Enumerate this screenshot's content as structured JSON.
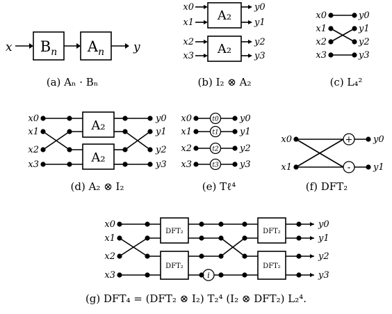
{
  "panel_a": {
    "input": "x",
    "output": "y",
    "box_b": "B",
    "box_a": "A",
    "box_sub": "n",
    "caption": "(a) Aₙ · Bₙ"
  },
  "panel_b": {
    "inputs": [
      "x0",
      "x1",
      "x2",
      "x3"
    ],
    "outputs": [
      "y0",
      "y1",
      "y2",
      "y3"
    ],
    "box": "A₂",
    "caption": "(b) I₂ ⊗ A₂"
  },
  "panel_c": {
    "inputs": [
      "x0",
      "x1",
      "x2",
      "x3"
    ],
    "outputs": [
      "y0",
      "y1",
      "y2",
      "y3"
    ],
    "caption": "(c) L₄²"
  },
  "panel_d": {
    "inputs": [
      "x0",
      "x1",
      "x2",
      "x3"
    ],
    "outputs": [
      "y0",
      "y1",
      "y2",
      "y3"
    ],
    "box": "A₂",
    "caption": "(d) A₂ ⊗ I₂"
  },
  "panel_e": {
    "inputs": [
      "x0",
      "x1",
      "x2",
      "x3"
    ],
    "outputs": [
      "y0",
      "y1",
      "y2",
      "y3"
    ],
    "twiddles": [
      "t0",
      "t1",
      "t2",
      "t3"
    ],
    "caption": "(e) Tℓ⁴"
  },
  "panel_f": {
    "inputs": [
      "x0",
      "x1"
    ],
    "outputs": [
      "y0",
      "y1"
    ],
    "plus": "+",
    "minus": "-",
    "caption": "(f) DFT₂"
  },
  "panel_g": {
    "inputs": [
      "x0",
      "x1",
      "x2",
      "x3"
    ],
    "outputs": [
      "y0",
      "y1",
      "y2",
      "y3"
    ],
    "box": "DFT₂",
    "twiddle": "i",
    "caption": "(g) DFT₄ = (DFT₂ ⊗ I₂) T₂⁴ (I₂ ⊗ DFT₂) L₂⁴."
  }
}
